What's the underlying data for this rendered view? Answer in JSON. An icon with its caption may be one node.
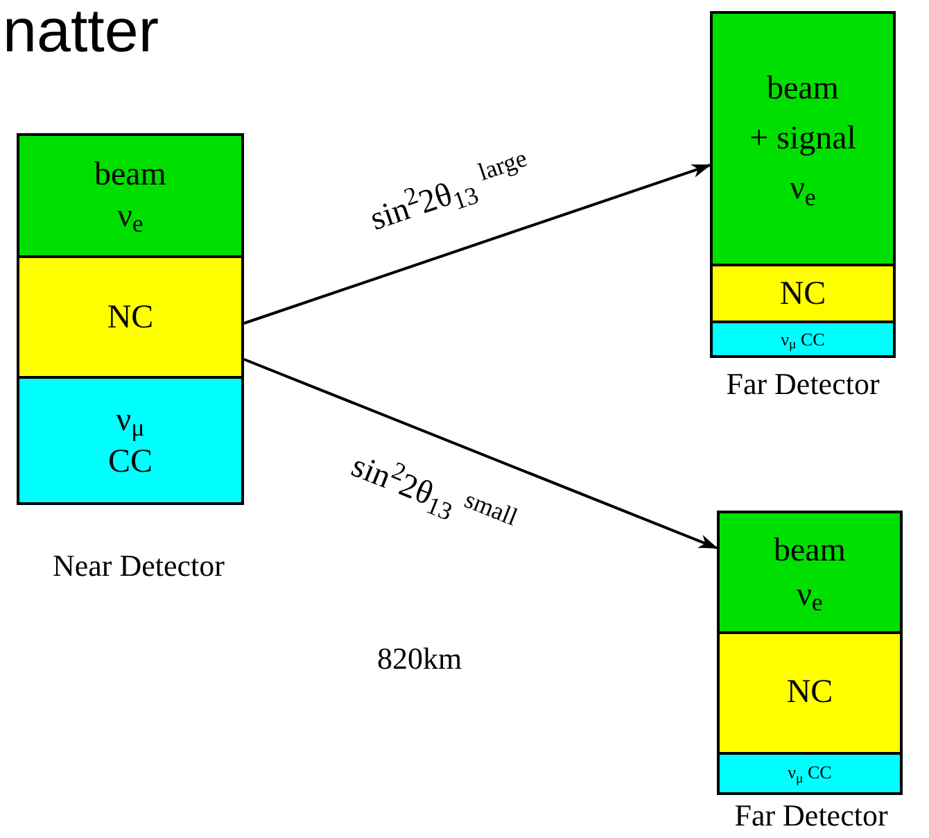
{
  "diagram": {
    "title": "natter",
    "nodes": [
      {
        "text": [],
        "shape": "box",
        "beside": [
          "Near Detector"
        ]
      },
      {
        "text": [
          "beam",
          "ν$_{e}$"
        ],
        "in": 0
      },
      {
        "text": [
          "NC"
        ],
        "in": 0
      },
      {
        "text": [
          "ν$_{μ}$",
          "CC"
        ],
        "in": 0
      },
      {
        "text": [],
        "shape": "box",
        "beside": [
          "Far Detector"
        ]
      },
      {
        "text": [
          "beam",
          "+ signal",
          "ν$_{e}$"
        ],
        "in": 4
      },
      {
        "text": [
          "NC"
        ],
        "in": 4
      },
      {
        "text": [
          "ν$_{μ}$ CC"
        ],
        "in": 4
      },
      {
        "text": [],
        "shape": "box",
        "beside": [
          "Far Detector"
        ]
      },
      {
        "text": [
          "beam",
          "ν$_{e}$"
        ],
        "in": 8
      },
      {
        "text": [
          "NC"
        ],
        "in": 8
      },
      {
        "text": [
          "ν$_{μ}$ CC"
        ],
        "in": 8
      }
    ],
    "edges": [
      {
        "from": 0,
        "to": 4,
        "arrow": "to",
        "label": "sin$^{2}$2θ$_{13}$ $^{large}$"
      },
      {
        "from": 0,
        "to": 8,
        "arrow": "to",
        "label": "sin$^{2}$2θ$_{13}$ $^{small}$"
      }
    ],
    "labels": [
      "820km"
    ]
  }
}
